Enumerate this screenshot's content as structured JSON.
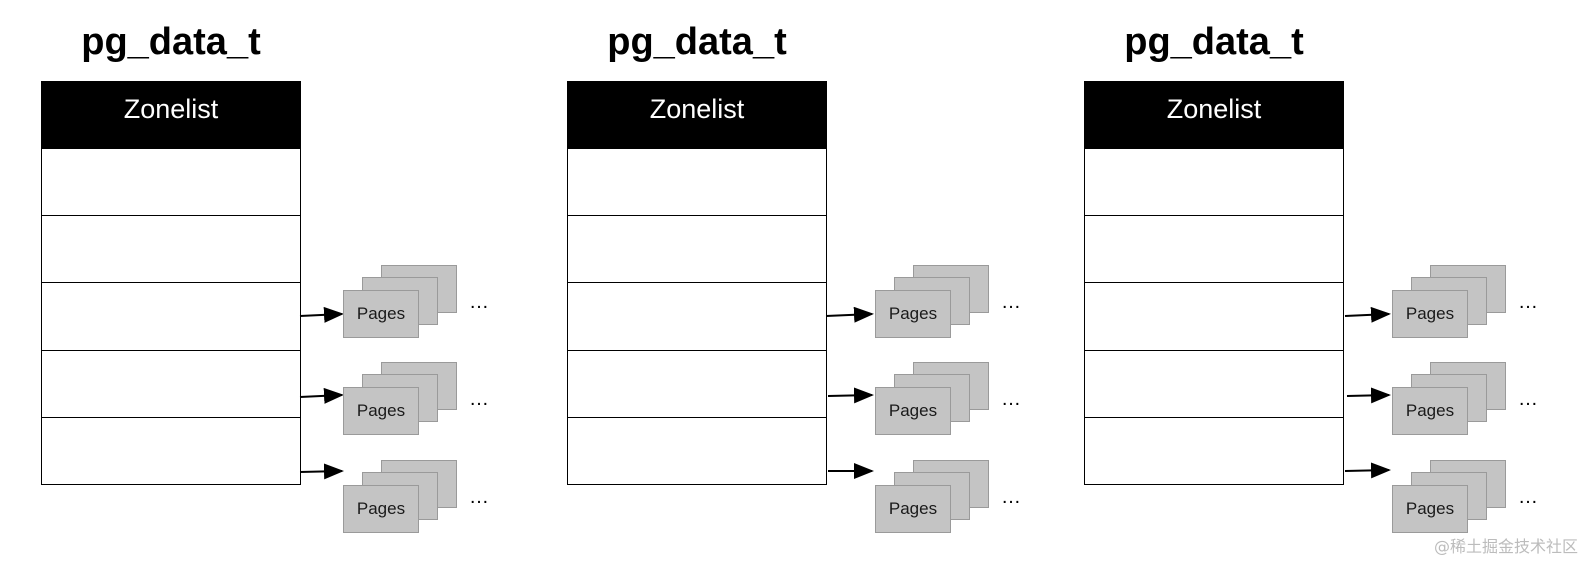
{
  "nodes": [
    {
      "title": "pg_data_t",
      "zonelist_label": "Zonelist",
      "pages": [
        {
          "label": "Pages",
          "more": "…"
        },
        {
          "label": "Pages",
          "more": "…"
        },
        {
          "label": "Pages",
          "more": "…"
        }
      ]
    },
    {
      "title": "pg_data_t",
      "zonelist_label": "Zonelist",
      "pages": [
        {
          "label": "Pages",
          "more": "…"
        },
        {
          "label": "Pages",
          "more": "…"
        },
        {
          "label": "Pages",
          "more": "…"
        }
      ]
    },
    {
      "title": "pg_data_t",
      "zonelist_label": "Zonelist",
      "pages": [
        {
          "label": "Pages",
          "more": "…"
        },
        {
          "label": "Pages",
          "more": "…"
        },
        {
          "label": "Pages",
          "more": "…"
        }
      ]
    }
  ],
  "watermark": "@稀土掘金技术社区",
  "colors": {
    "zonelist_header_bg": "#000000",
    "zonelist_header_text": "#ffffff",
    "page_fill": "#c4c4c4",
    "page_border": "#9a9a9a"
  }
}
